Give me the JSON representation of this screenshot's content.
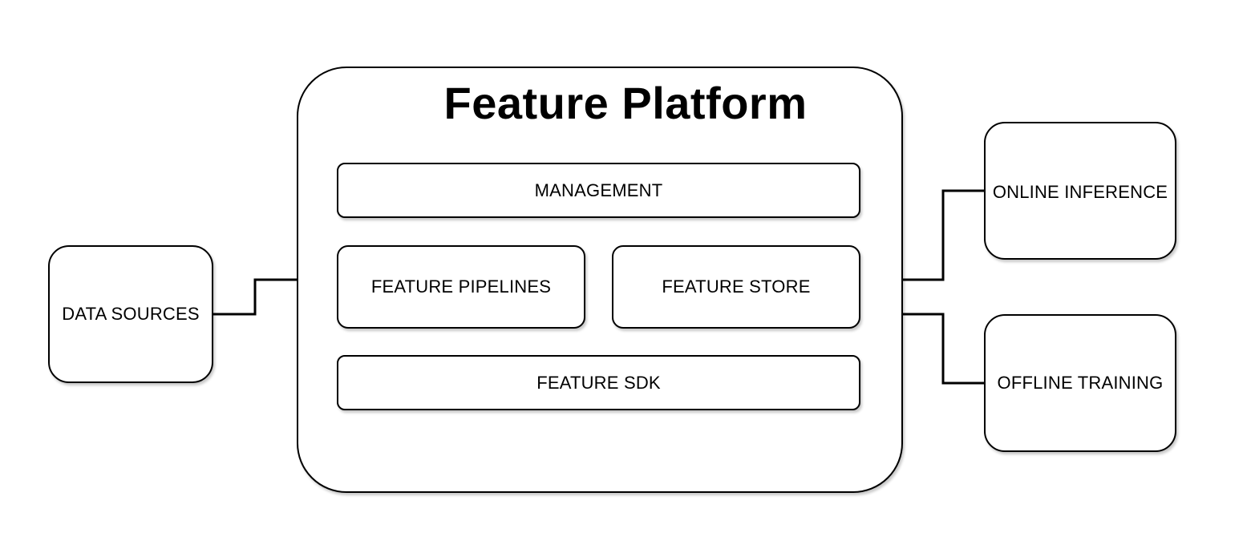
{
  "title": "Feature Platform",
  "platform_components": {
    "management": "MANAGEMENT",
    "feature_pipelines": "FEATURE PIPELINES",
    "feature_store": "FEATURE STORE",
    "feature_sdk": "FEATURE SDK"
  },
  "external": {
    "data_sources": "DATA SOURCES",
    "online_inference": "ONLINE INFERENCE",
    "offline_training": "OFFLINE TRAINING"
  },
  "connections": [
    {
      "from": "DATA SOURCES",
      "to": "Feature Platform"
    },
    {
      "from": "Feature Platform",
      "to": "ONLINE INFERENCE"
    },
    {
      "from": "Feature Platform",
      "to": "OFFLINE TRAINING"
    }
  ]
}
